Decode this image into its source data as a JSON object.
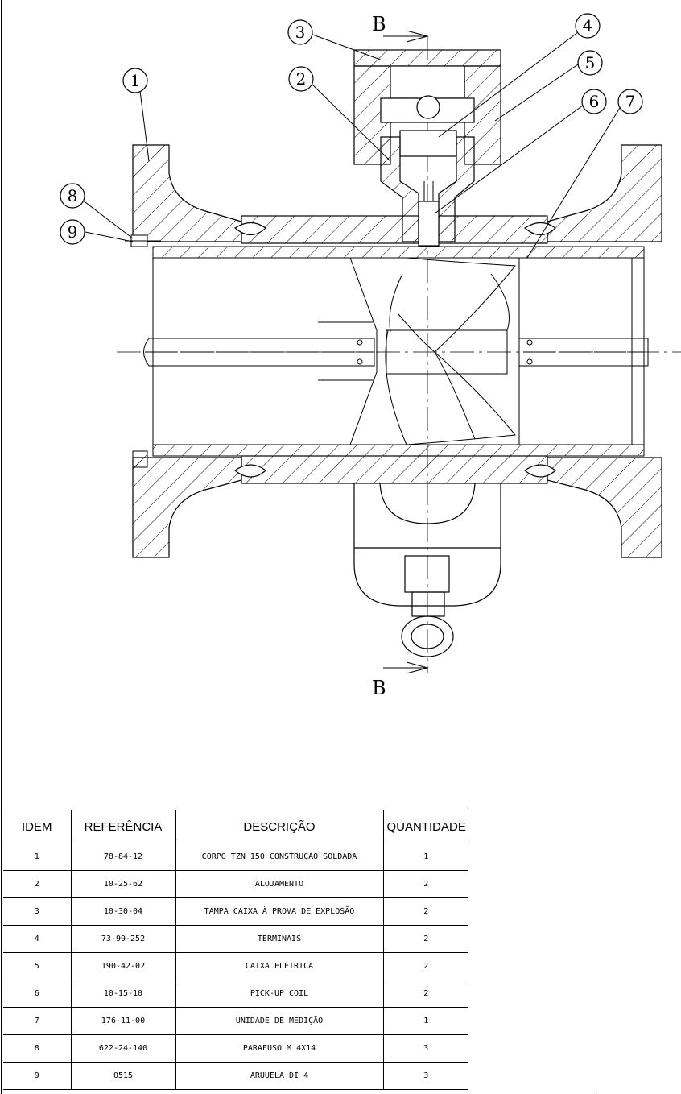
{
  "section": {
    "top_label": "B",
    "bottom_label": "B"
  },
  "callouts": [
    "1",
    "2",
    "3",
    "4",
    "5",
    "6",
    "7",
    "8",
    "9"
  ],
  "table": {
    "headers": [
      "IDEM",
      "REFERÊNCIA",
      "DESCRIÇÃO",
      "QUANTIDADE"
    ],
    "rows": [
      [
        "1",
        "78-84-12",
        "CORPO TZN 150 CONSTRUÇÃO SOLDADA",
        "1"
      ],
      [
        "2",
        "10-25-62",
        "ALOJAMENTO",
        "2"
      ],
      [
        "3",
        "10-30-04",
        "TAMPA CAIXA À PROVA DE EXPLOSÃO",
        "2"
      ],
      [
        "4",
        "73-99-252",
        "TERMINAIS",
        "2"
      ],
      [
        "5",
        "190-42-02",
        "CAIXA ELÉTRICA",
        "2"
      ],
      [
        "6",
        "10-15-10",
        "PICK-UP COIL",
        "2"
      ],
      [
        "7",
        "176-11-00",
        "UNIDADE DE MEDIÇÃO",
        "1"
      ],
      [
        "8",
        "622-24-140",
        "PARAFUSO M 4X14",
        "3"
      ],
      [
        "9",
        "0515",
        "ARUUELA DI 4",
        "3"
      ]
    ]
  }
}
